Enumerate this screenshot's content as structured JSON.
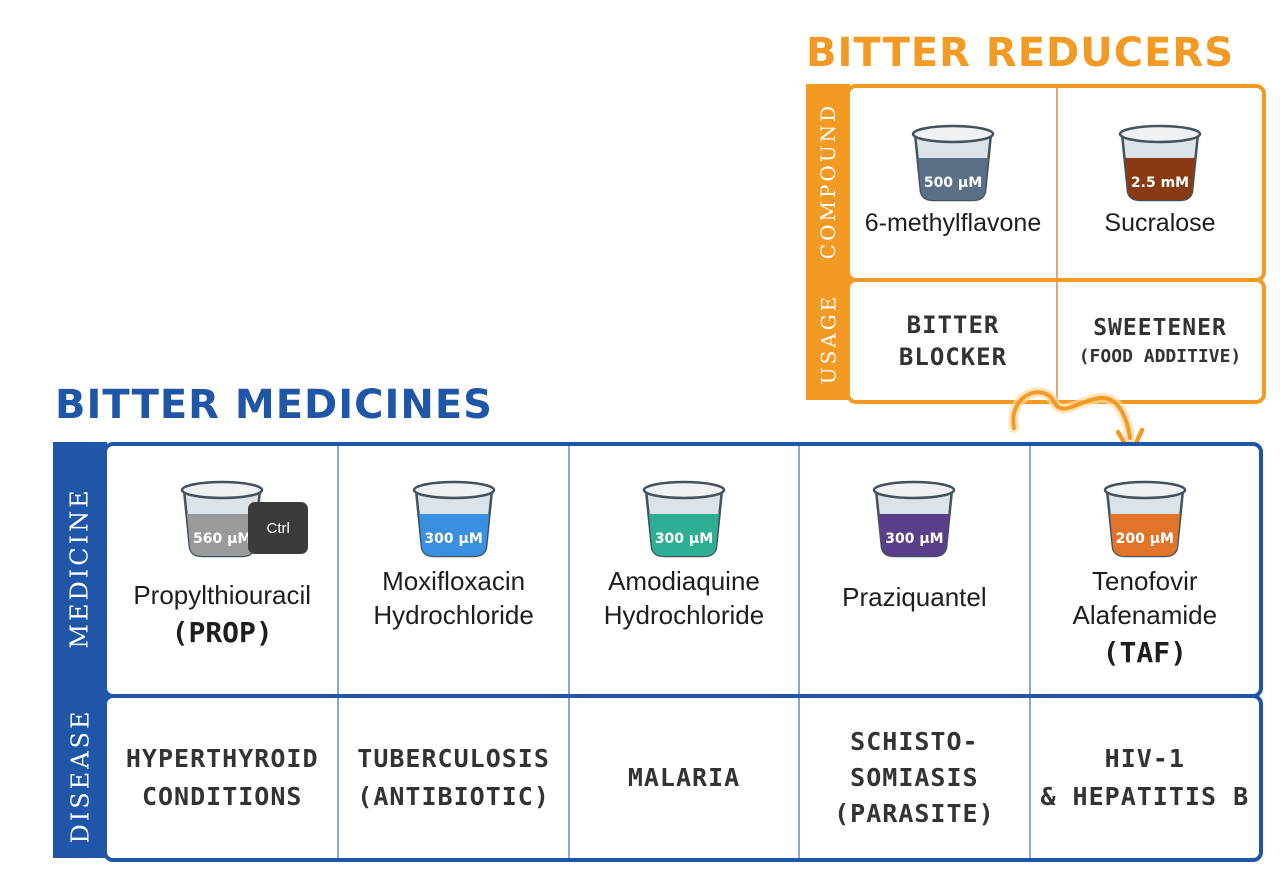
{
  "reducers": {
    "title": "BITTER REDUCERS",
    "row_labels": {
      "compound": "COMPOUND",
      "usage": "USAGE"
    },
    "compounds": [
      {
        "name": "6-methylflavone",
        "concentration": "500 µM",
        "liquid_color": "#5a6e86",
        "usage_line1": "BITTER",
        "usage_line2": "BLOCKER"
      },
      {
        "name": "Sucralose",
        "concentration": "2.5 mM",
        "liquid_color": "#8a3a12",
        "usage_line1": "SWEETENER",
        "usage_line2": "(FOOD ADDITIVE)"
      }
    ]
  },
  "medicines": {
    "title": "BITTER MEDICINES",
    "row_labels": {
      "medicine": "MEDICINE",
      "disease": "DISEASE"
    },
    "items": [
      {
        "name_line1": "Propylthiouracil",
        "name_line2": "",
        "abbr": "(PROP)",
        "concentration": "560 µM",
        "liquid_color": "#9a9a9a",
        "disease_line1": "HYPERTHYROID",
        "disease_line2": "CONDITIONS",
        "disease_line3": ""
      },
      {
        "name_line1": "Moxifloxacin",
        "name_line2": "Hydrochloride",
        "abbr": "",
        "concentration": "300 µM",
        "liquid_color": "#3b8fe0",
        "disease_line1": "TUBERCULOSIS",
        "disease_line2": "(ANTIBIOTIC)",
        "disease_line3": ""
      },
      {
        "name_line1": "Amodiaquine",
        "name_line2": "Hydrochloride",
        "abbr": "",
        "concentration": "300 µM",
        "liquid_color": "#2fae96",
        "disease_line1": "MALARIA",
        "disease_line2": "",
        "disease_line3": ""
      },
      {
        "name_line1": "Praziquantel",
        "name_line2": "",
        "abbr": "",
        "concentration": "300 µM",
        "liquid_color": "#5b3e8a",
        "disease_line1": "SCHISTO-",
        "disease_line2": "SOMIASIS",
        "disease_line3": "(PARASITE)"
      },
      {
        "name_line1": "Tenofovir",
        "name_line2": "Alafenamide",
        "abbr": "(TAF)",
        "concentration": "200 µM",
        "liquid_color": "#e0742a",
        "disease_line1": "HIV-1",
        "disease_line2": "& HEPATITIS B",
        "disease_line3": ""
      }
    ]
  },
  "overlay": {
    "ctrl_label": "Ctrl"
  },
  "colors": {
    "orange": "#f39a24",
    "blue": "#1f56a8"
  }
}
